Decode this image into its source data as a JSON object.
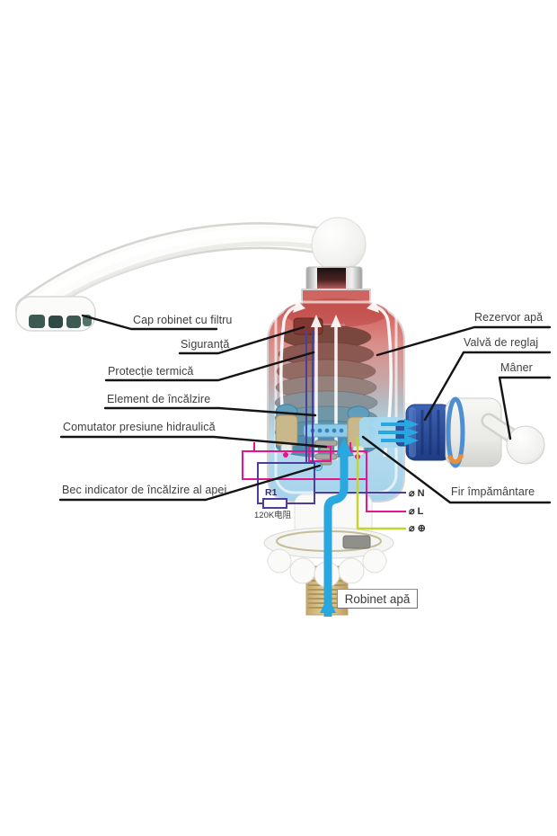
{
  "diagram": {
    "labels": {
      "cap_robinet": "Cap robinet cu filtru",
      "siguranta": "Siguranță",
      "protectie_termica": "Protecție termică",
      "element_incalzire": "Element de încălzire",
      "comutator": "Comutator presiune hidraulică",
      "bec_indicator": "Bec indicator de încălzire al apei",
      "rezervor": "Rezervor apă",
      "valva": "Valvă de reglaj",
      "maner": "Mâner",
      "fir_impamantare": "Fir împământare",
      "robinet_apa": "Robinet apă"
    },
    "terminals": {
      "neutral": "⌀ N",
      "live": "⌀ L",
      "earth": "⌀ ⊕"
    },
    "resistor": {
      "ref": "R1",
      "value": "120K电阻"
    },
    "colors": {
      "hot_water": "#d4615d",
      "cold_water": "#a5d2eb",
      "water_flow": "#29a8e0",
      "wire_live": "#e6148e",
      "wire_neutral": "#4a3f9f",
      "wire_earth": "#c3d62f",
      "leader_line": "#141414"
    }
  }
}
